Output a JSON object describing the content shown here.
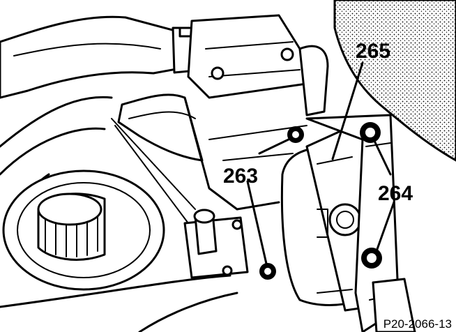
{
  "diagram": {
    "callouts": {
      "c263": "263",
      "c264": "264",
      "c265": "265"
    },
    "figure_ref": "P20-2066-13"
  },
  "colors": {
    "ink": "#000000",
    "paper": "#ffffff",
    "stipple": "#000000"
  }
}
